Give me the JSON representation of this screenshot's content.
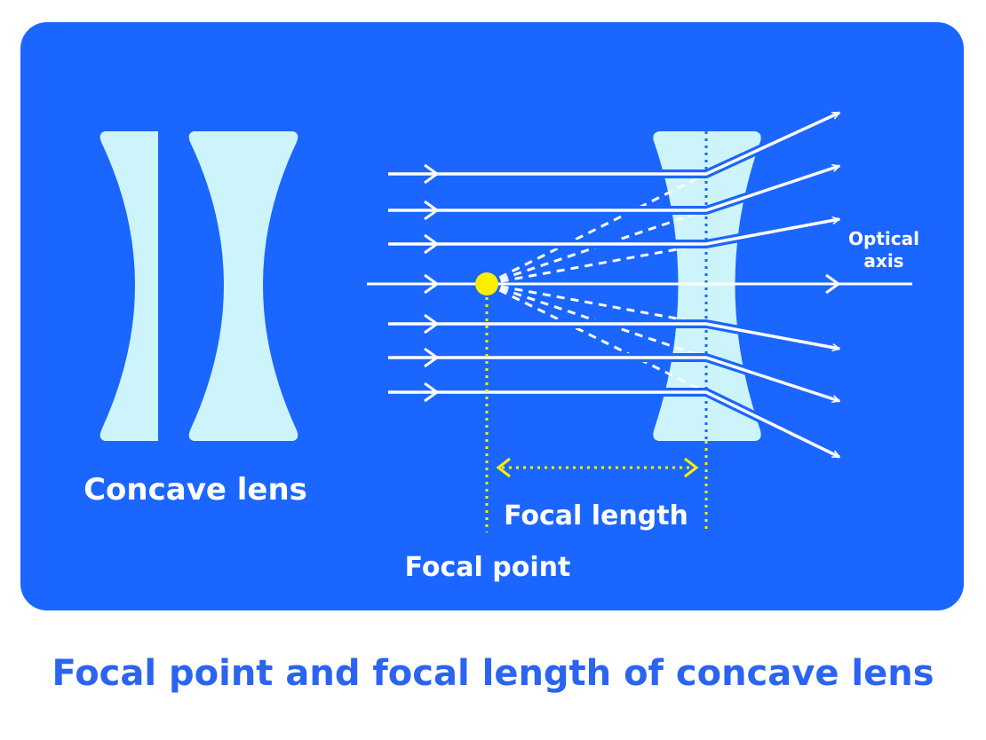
{
  "labels": {
    "concave_lens": "Concave lens",
    "optical_axis_line1": "Optical",
    "optical_axis_line2": "axis",
    "focal_length": "Focal length",
    "focal_point": "Focal point",
    "caption": "Focal point and focal length of concave lens"
  },
  "colors": {
    "panel": "#1b66ff",
    "lens": "#cdf4fb",
    "ray": "#ffffff",
    "focus": "#ffee00",
    "caption": "#2a64f0"
  }
}
